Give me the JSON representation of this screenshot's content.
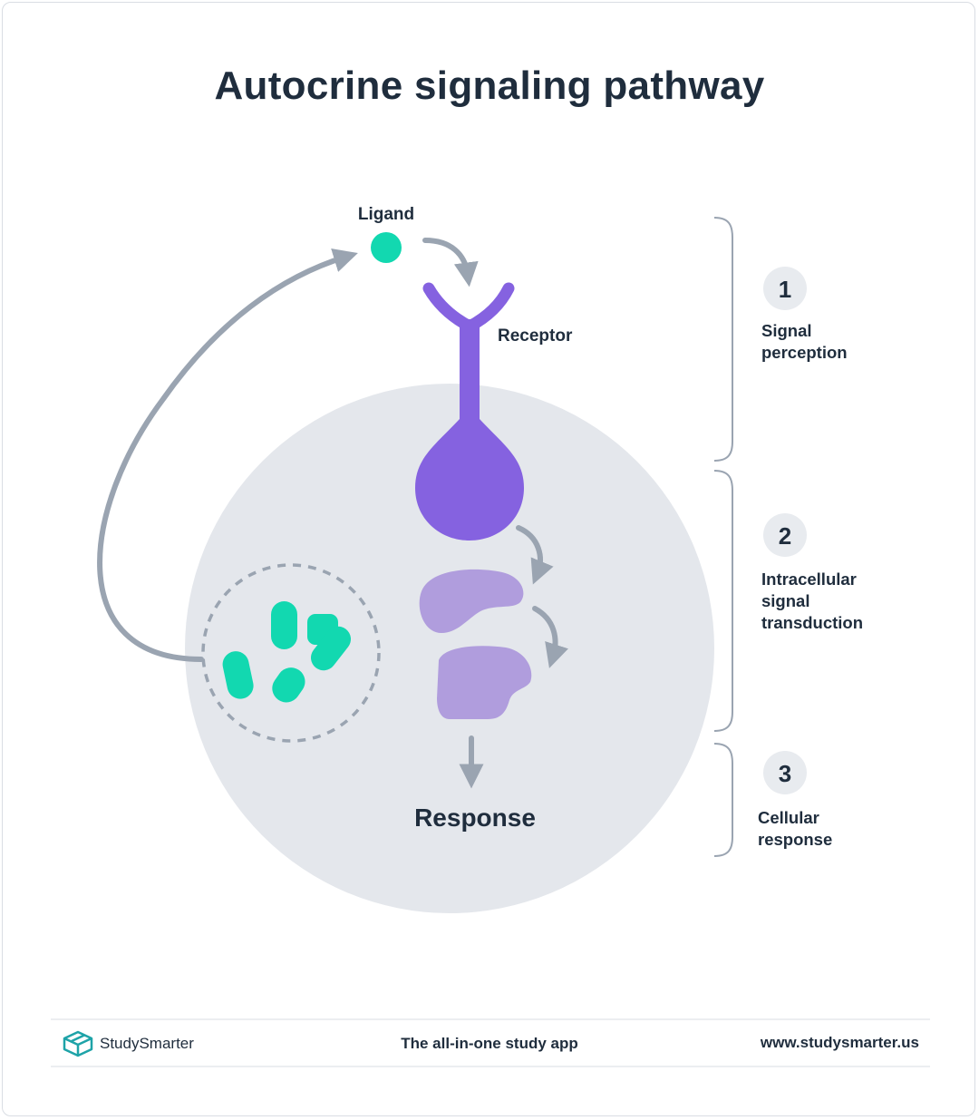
{
  "title": "Autocrine signaling pathway",
  "labels": {
    "ligand": "Ligand",
    "receptor": "Receptor",
    "response": "Response"
  },
  "steps": [
    {
      "number": "1",
      "line1": "Signal",
      "line2": "perception",
      "line3": ""
    },
    {
      "number": "2",
      "line1": "Intracellular",
      "line2": "signal",
      "line3": "transduction"
    },
    {
      "number": "3",
      "line1": "Cellular",
      "line2": "response",
      "line3": ""
    }
  ],
  "footer": {
    "brand": "StudySmarter",
    "tagline": "The all-in-one study app",
    "website": "www.studysmarter.us"
  },
  "colors": {
    "cell": "#e4e7ec",
    "receptor": "#8562e0",
    "relay_protein": "#b09ddd",
    "ligand": "#12d8b0",
    "arrow": "#9aa4b1",
    "text": "#1f2d3d",
    "step_badge": "#e8ebef",
    "logo": "#1ea3a8"
  }
}
